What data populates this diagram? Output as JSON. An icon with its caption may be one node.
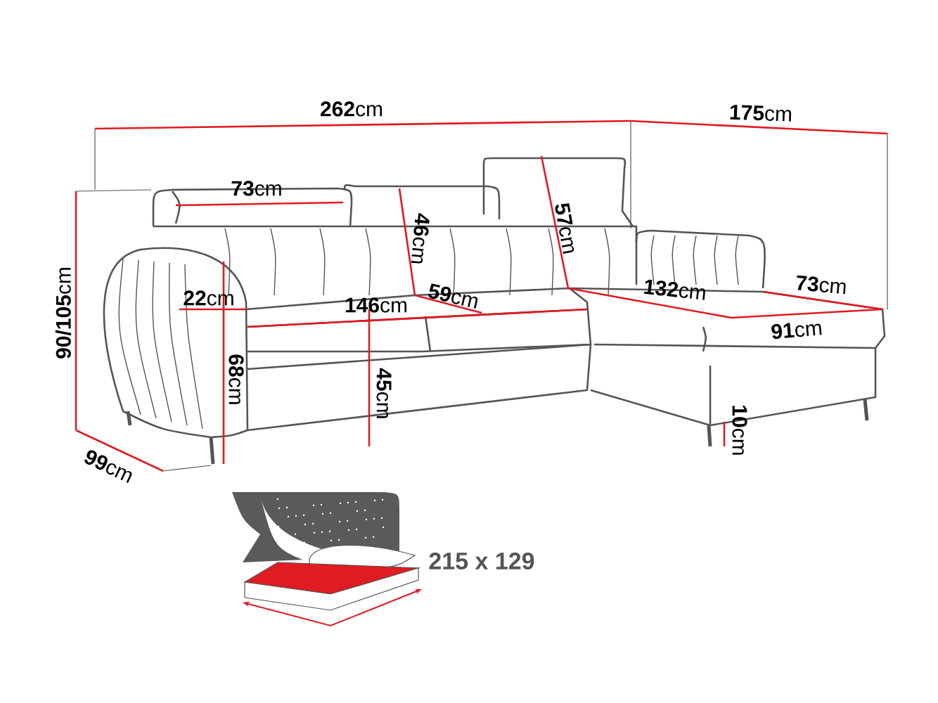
{
  "diagram": {
    "labels": [
      "**262**cm",
      "**175**cm",
      "**73**cm",
      "**46**cm",
      "**57**cm",
      "**90/105**cm",
      "**22**cm",
      "**146**cm",
      "**59**cm",
      "**132**cm",
      "**73**cm",
      "**91**cm",
      "**68**cm",
      "**45**cm",
      "**10**cm",
      "**99**cm",
      "215 x 129"
    ]
  }
}
